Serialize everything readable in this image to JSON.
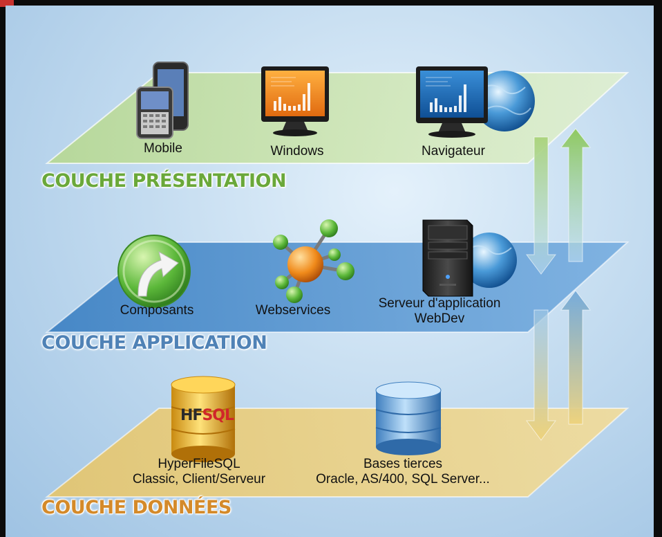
{
  "layers": {
    "presentation": {
      "title": "COUCHE PRÉSENTATION",
      "items": {
        "mobile": "Mobile",
        "windows": "Windows",
        "browser": "Navigateur"
      }
    },
    "application": {
      "title": "COUCHE APPLICATION",
      "items": {
        "components": "Composants",
        "webservices": "Webservices",
        "server_line1": "Serveur d'application",
        "server_line2": "WebDev"
      }
    },
    "data": {
      "title": "COUCHE DONNÉES",
      "items": {
        "hfsql_line1": "HyperFileSQL",
        "hfsql_line2": "Classic, Client/Serveur",
        "thirdparty_line1": "Bases tierces",
        "thirdparty_line2": "Oracle, AS/400, SQL Server..."
      }
    }
  },
  "hfsql_logo": {
    "hf": "HF",
    "sql": "SQL"
  },
  "colors": {
    "presentation": "#6aa83a",
    "application": "#4f82b6",
    "data": "#d48a2a",
    "sql_red": "#d0262a"
  }
}
